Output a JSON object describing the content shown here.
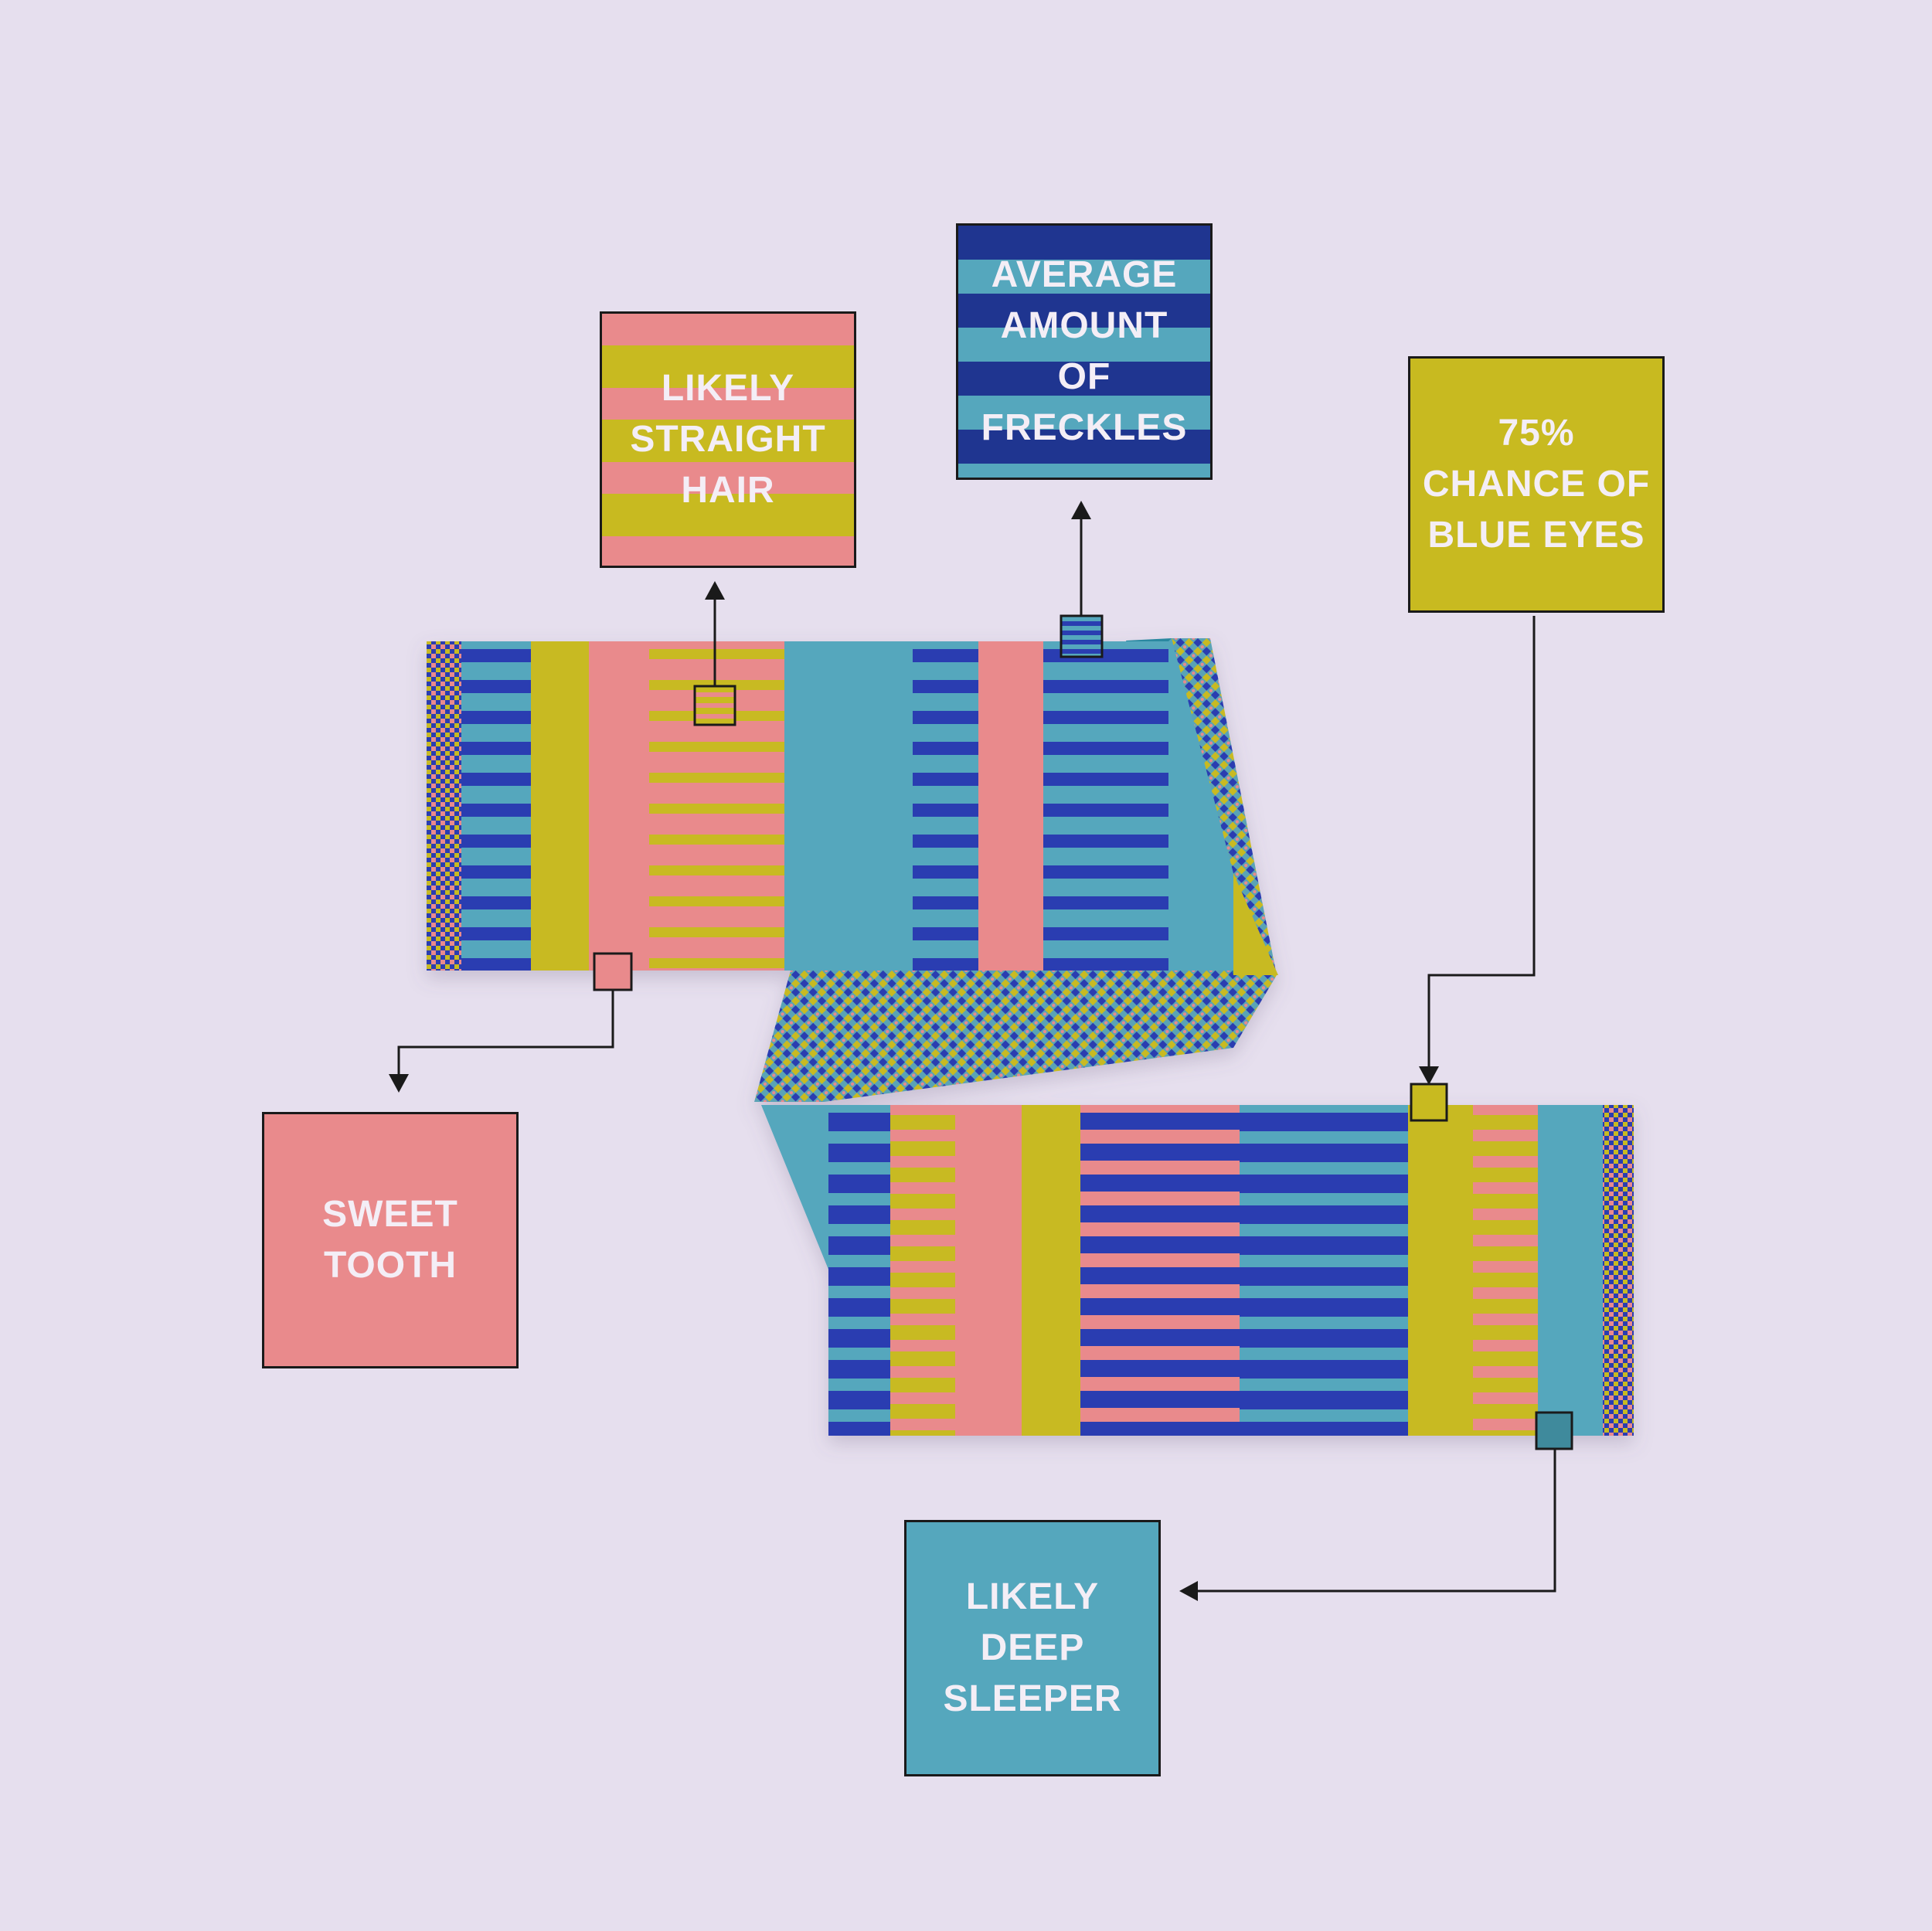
{
  "colors": {
    "background": "#e6dfee",
    "pink": "#e98a8c",
    "mustard": "#c8ba20",
    "teal": "#55a7bd",
    "navy": "#1f3590",
    "royal_blue": "#2a3eb1",
    "line": "#1a1a1a",
    "card_text": "#f4eef6"
  },
  "cards": {
    "hair": {
      "lines": [
        "LIKELY",
        "STRAIGHT",
        "HAIR"
      ]
    },
    "freckles": {
      "lines": [
        "AVERAGE",
        "AMOUNT",
        "OF",
        "FRECKLES"
      ]
    },
    "eyes": {
      "lines": [
        "75%",
        "CHANCE OF",
        "BLUE EYES"
      ]
    },
    "sweet": {
      "lines": [
        "SWEET",
        "TOOTH"
      ]
    },
    "sleeper": {
      "lines": [
        "LIKELY",
        "DEEP",
        "SLEEPER"
      ]
    }
  },
  "markers": {
    "hair": {
      "icon": "striped-swatch-icon"
    },
    "freckles": {
      "icon": "striped-swatch-icon"
    },
    "eyes": {
      "icon": "solid-swatch-icon"
    },
    "sweet": {
      "icon": "solid-swatch-icon"
    },
    "sleeper": {
      "icon": "solid-swatch-icon"
    }
  }
}
